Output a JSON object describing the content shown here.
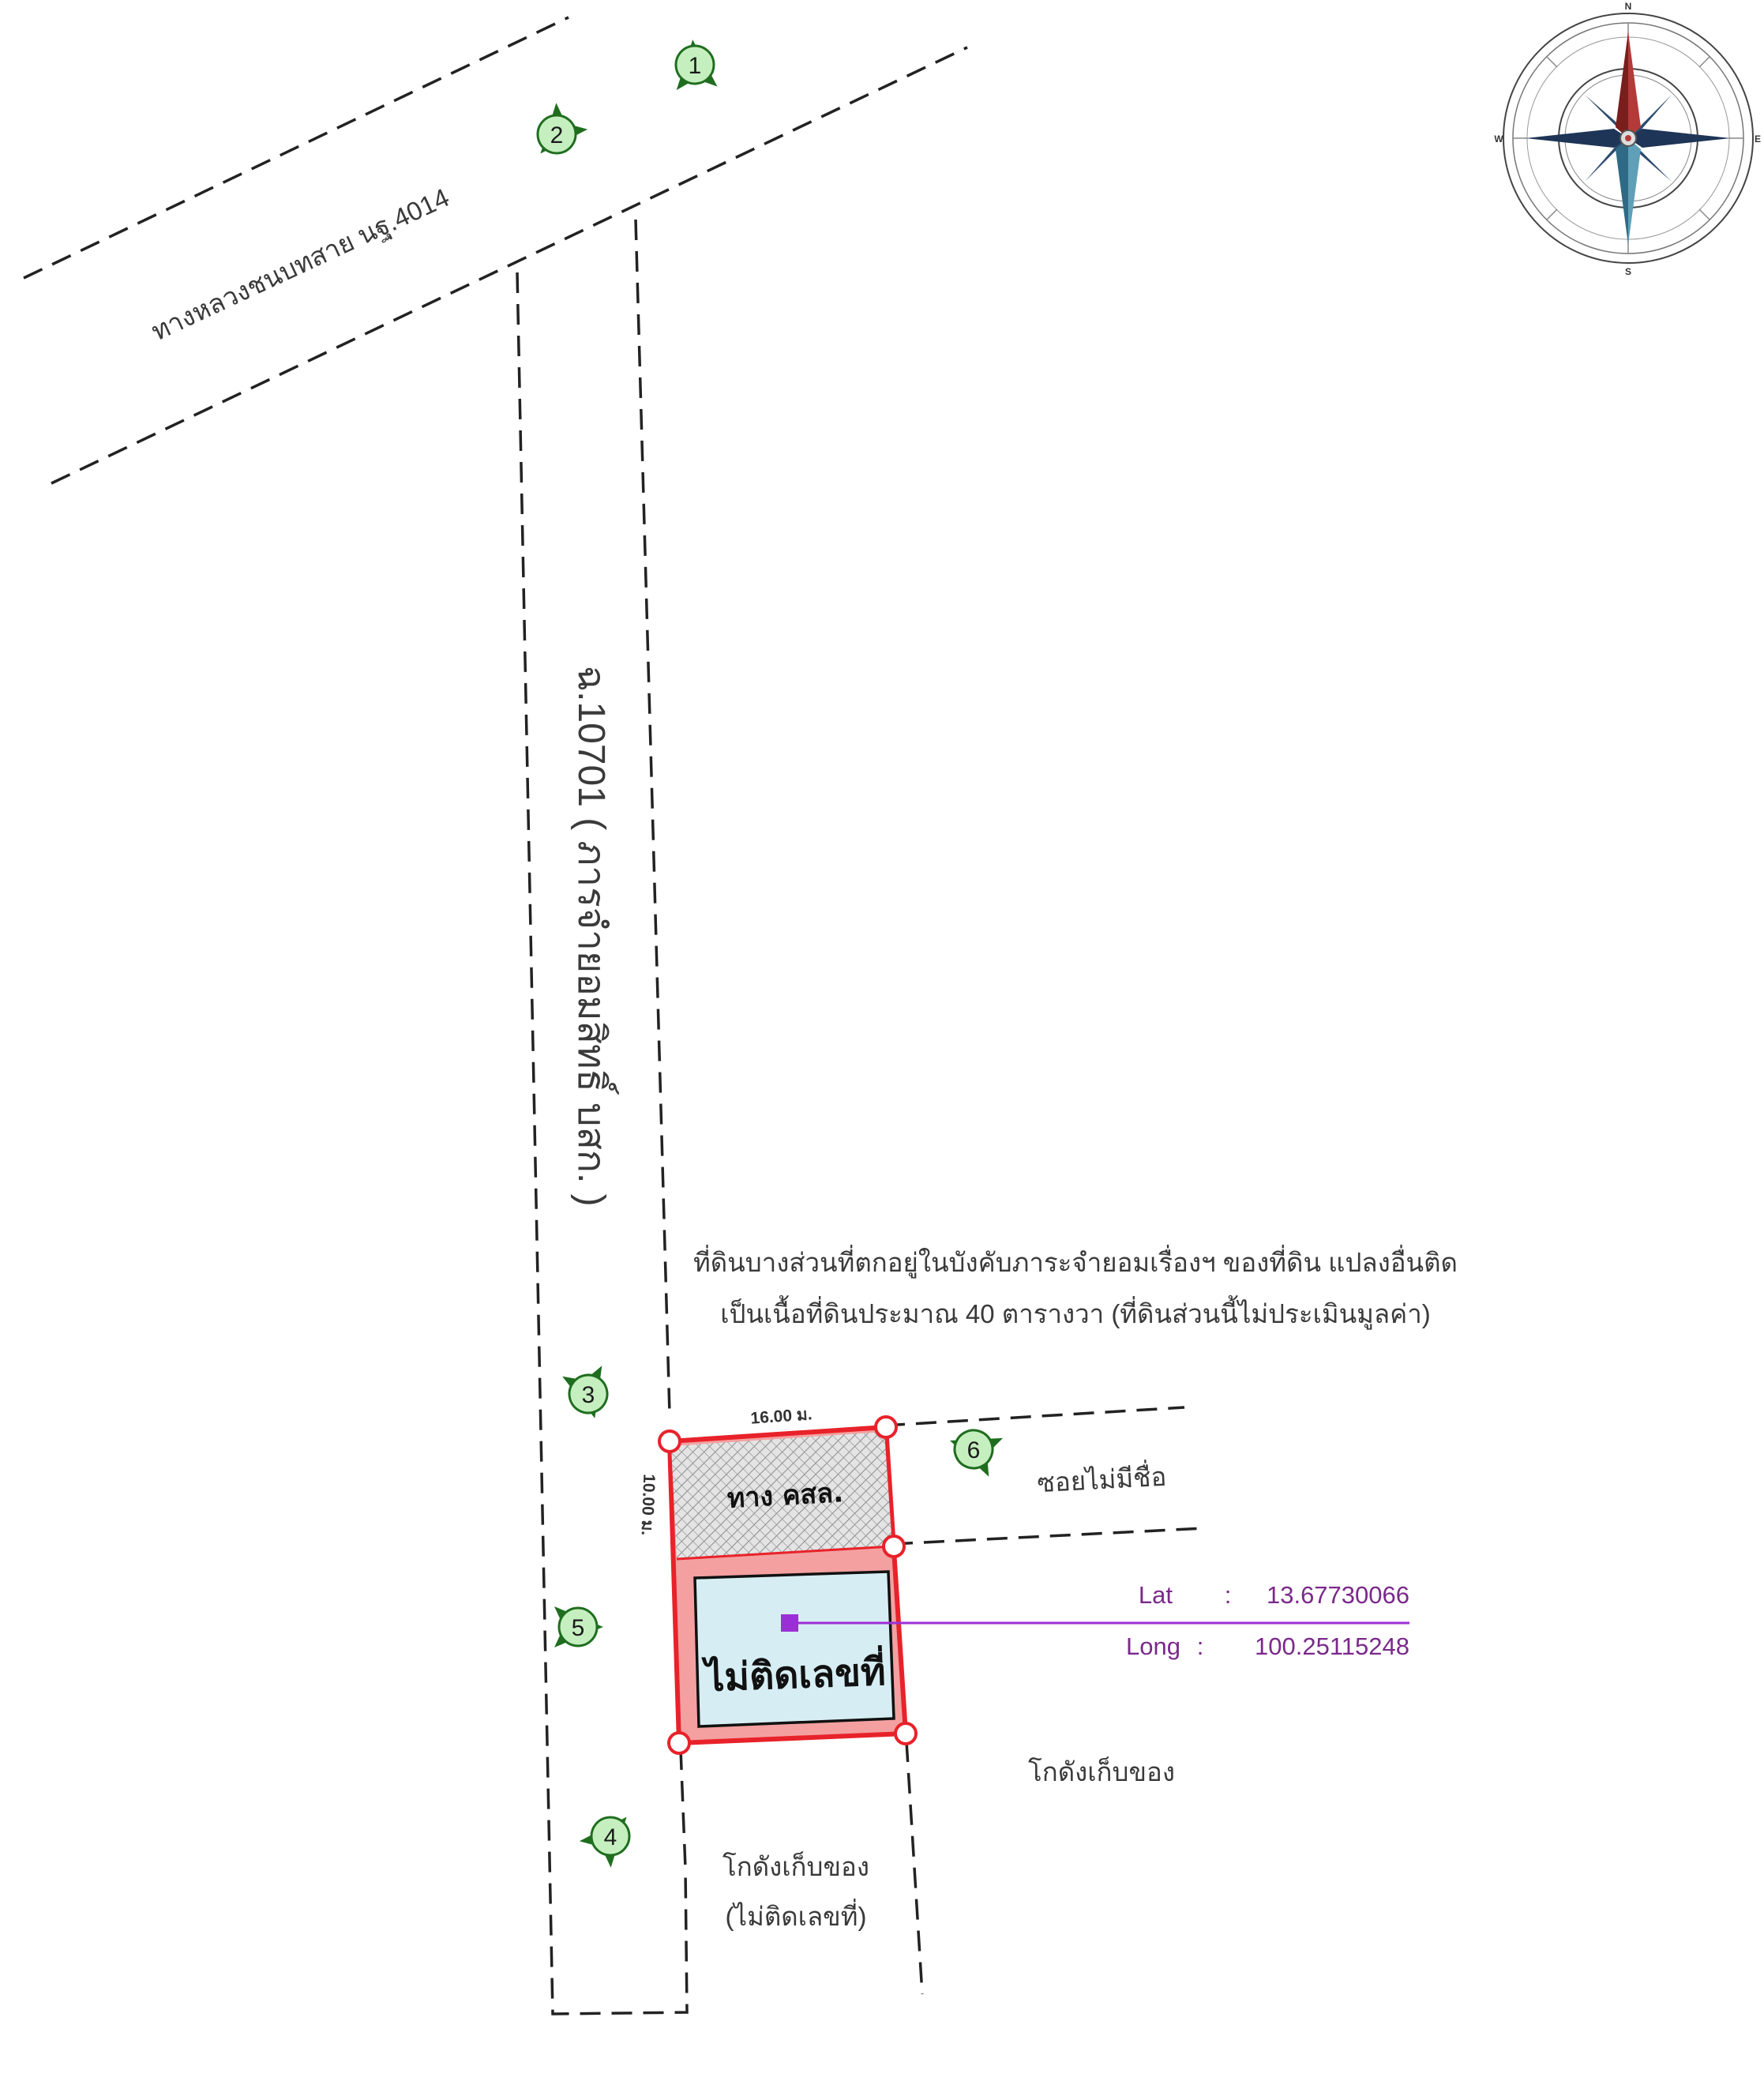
{
  "roads": {
    "highway_label": "ทางหลวงชนบทสาย นฐ.4014",
    "side_road_label": "ฉ.10701 ( ภารจำยอมสิทธิ์ บสก. )",
    "alley_label": "ซอยไม่มีชื่อ"
  },
  "note": {
    "line1": "ที่ดินบางส่วนที่ตกอยู่ในบังคับภาระจำยอมเรื่องฯ ของที่ดิน แปลงอื่นติด",
    "line2": "เป็นเนื้อที่ดินประมาณ 40 ตารางวา (ที่ดินส่วนนี้ไม่ประเมินมูลค่า)"
  },
  "parcel": {
    "easement_label": "ทาง คสล.",
    "main_label": "ไม่ติดเลขที่",
    "width_label": "16.00 ม.",
    "depth_label": "10.00 ม."
  },
  "coordinates": {
    "lat_label": "Lat",
    "lat_sep": ":",
    "lat_value": "13.67730066",
    "long_label": "Long",
    "long_sep": ":",
    "long_value": "100.25115248"
  },
  "neighbors": {
    "warehouse_right": "โกดังเก็บของ",
    "warehouse_bottom_line1": "โกดังเก็บของ",
    "warehouse_bottom_line2": "(ไม่ติดเลขที่)"
  },
  "markers": [
    {
      "id": "1"
    },
    {
      "id": "2"
    },
    {
      "id": "3"
    },
    {
      "id": "4"
    },
    {
      "id": "5"
    },
    {
      "id": "6"
    }
  ],
  "compass": {
    "north": "N",
    "south": "S",
    "east": "E",
    "west": "W"
  },
  "colors": {
    "parcel_border": "#e8222a",
    "parcel_fill": "#f4a0a0",
    "building_fill": "#d6eef3",
    "coord_line": "#9b2fd6",
    "marker_green": "#1f6e1f",
    "marker_circle": "#c6efc0"
  }
}
